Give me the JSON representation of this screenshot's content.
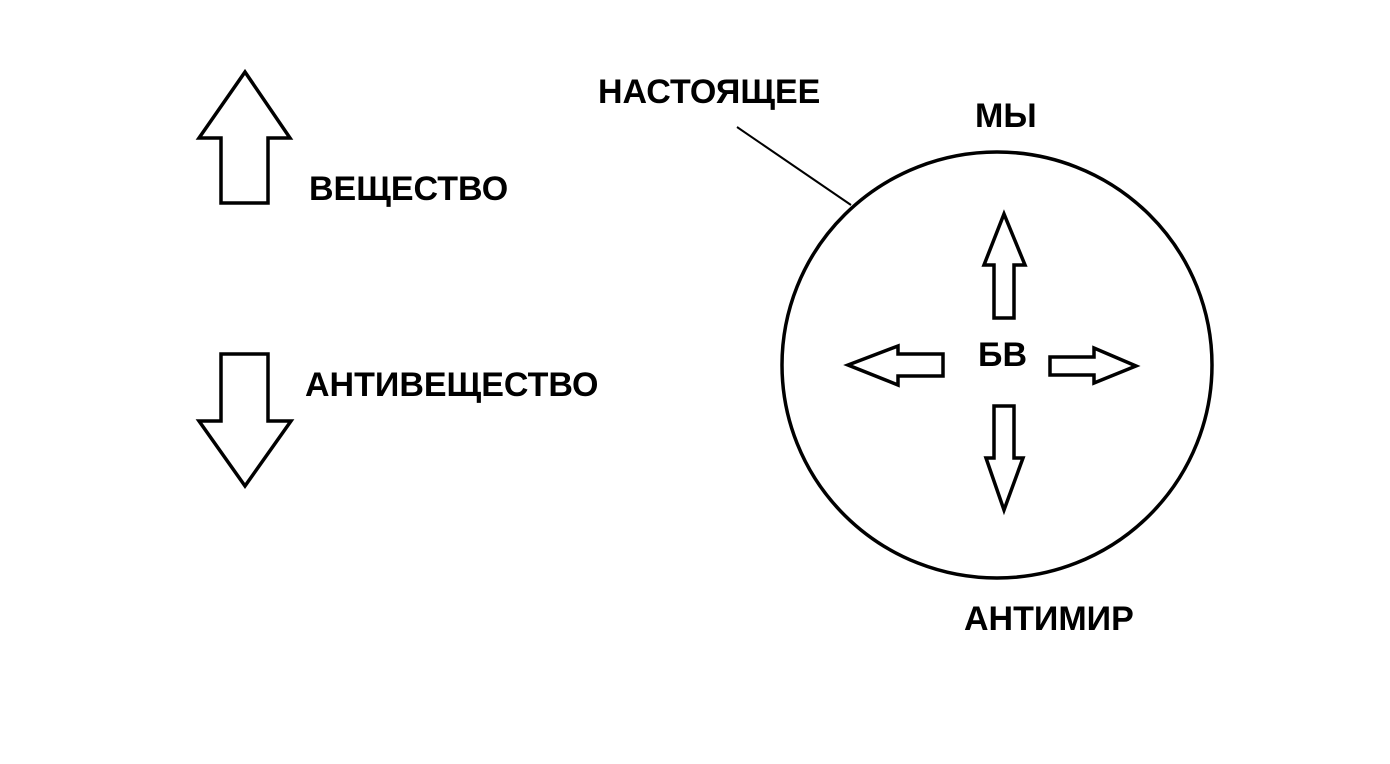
{
  "legend": {
    "matter_label": "ВЕЩЕСТВО",
    "antimatter_label": "АНТИВЕЩЕСТВО"
  },
  "circle_diagram": {
    "present_label": "НАСТОЯЩЕЕ",
    "top_label": "МЫ",
    "center_label": "БВ",
    "bottom_label": "АНТИМИР"
  },
  "colors": {
    "stroke": "#000000",
    "background": "#ffffff"
  }
}
